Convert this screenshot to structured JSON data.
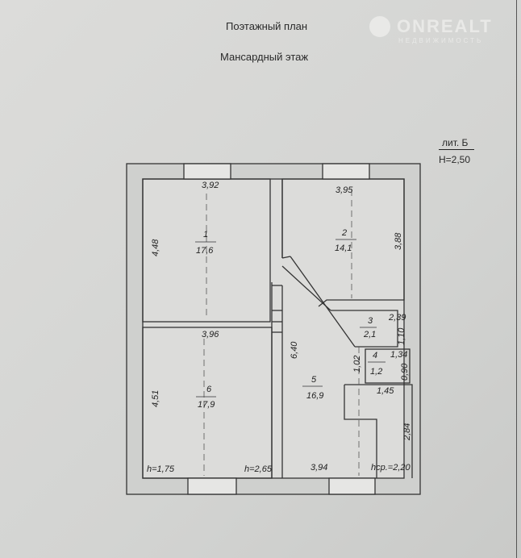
{
  "header": {
    "title": "Поэтажный план",
    "subtitle": "Мансардный этаж",
    "liter": "лит. Б",
    "height": "H=2,50"
  },
  "watermark": {
    "brand": "ONREALT",
    "tagline": "НЕДВИЖИМОСТЬ"
  },
  "rooms": [
    {
      "number": "1",
      "area": "17,6",
      "width": "3,92",
      "length": "4,48"
    },
    {
      "number": "2",
      "area": "14,1",
      "width": "3,95",
      "length": "3,88"
    },
    {
      "number": "3",
      "area": "2,1",
      "width": "2,39",
      "length": "1,10"
    },
    {
      "number": "4",
      "area": "1,2",
      "width": "1,34",
      "length": "0,90"
    },
    {
      "number": "5",
      "area": "16,9",
      "width": "3,94",
      "length": "6,40",
      "extra": "1,02",
      "extra2": "1,45",
      "extra3": "2,84",
      "height_avg": "hср.=2,20"
    },
    {
      "number": "6",
      "area": "17,9",
      "width": "3,96",
      "length": "4,51",
      "height_low": "h=1,75",
      "height_high": "h=2,65"
    }
  ]
}
